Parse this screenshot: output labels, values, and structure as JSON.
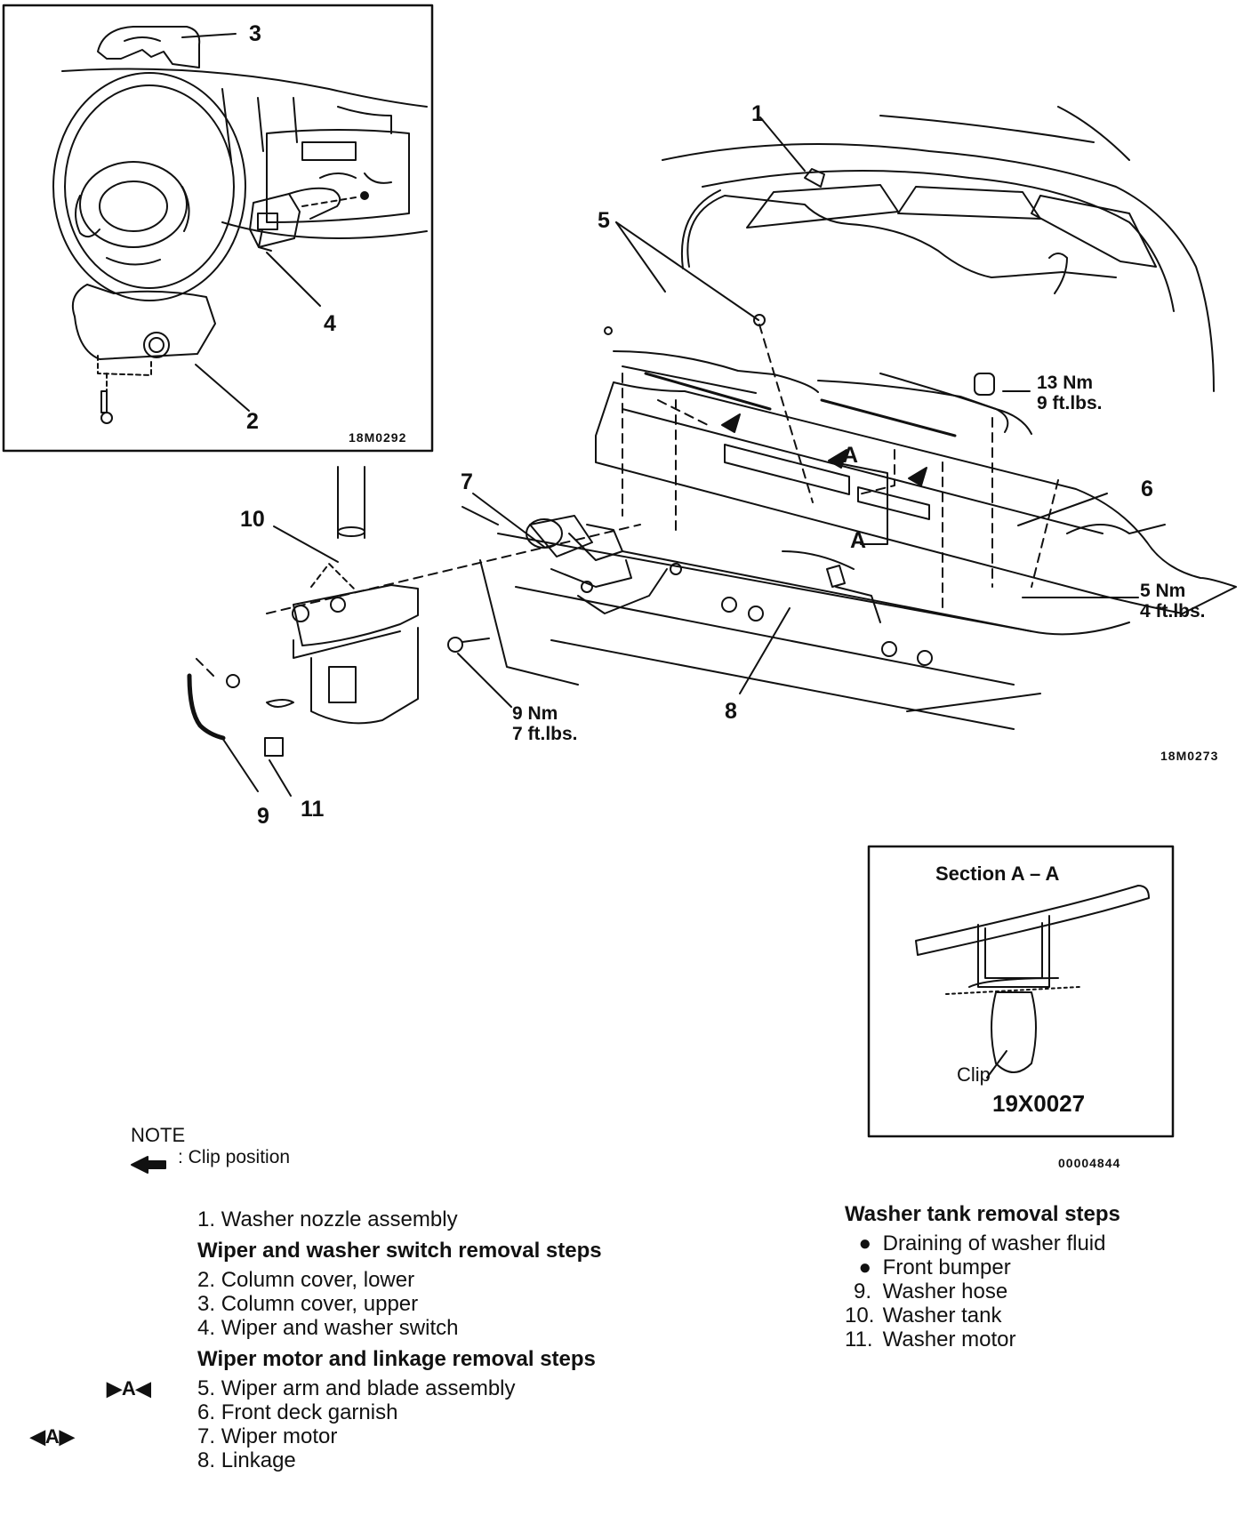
{
  "inset_top": {
    "callouts": [
      "3",
      "4",
      "2"
    ],
    "code": "18M0292"
  },
  "main_diagram": {
    "callouts": [
      "1",
      "5",
      "6",
      "7",
      "8",
      "10",
      "9",
      "11"
    ],
    "section_marks": [
      "A",
      "A"
    ],
    "torque_1": [
      "13 Nm",
      "9 ft.lbs."
    ],
    "torque_2": [
      "5 Nm",
      "4 ft.lbs."
    ],
    "torque_3": [
      "9 Nm",
      "7 ft.lbs."
    ],
    "code": "18M0273"
  },
  "section_box": {
    "title": "Section A – A",
    "clip_label": "Clip",
    "code": "19X0027"
  },
  "note": {
    "title": "NOTE",
    "legend": ": Clip position"
  },
  "figure_code": "00004844",
  "left_steps": {
    "item1": {
      "num": "1.",
      "text": "Washer nozzle assembly"
    },
    "head1": "Wiper and washer switch removal steps",
    "group1": [
      {
        "num": "2.",
        "text": "Column cover, lower"
      },
      {
        "num": "3.",
        "text": "Column cover, upper"
      },
      {
        "num": "4.",
        "text": "Wiper and washer switch"
      }
    ],
    "head2": "Wiper motor and linkage removal steps",
    "group2": [
      {
        "num": "5.",
        "text": "Wiper arm and blade assembly",
        "marker": "▶A◀"
      },
      {
        "num": "6.",
        "text": "Front deck garnish"
      },
      {
        "num": "7.",
        "text": "Wiper motor",
        "marker": "◀A▶"
      },
      {
        "num": "8.",
        "text": "Linkage"
      }
    ]
  },
  "right_steps": {
    "head": "Washer tank removal steps",
    "items": [
      {
        "num": "●",
        "text": "Draining of washer fluid"
      },
      {
        "num": "●",
        "text": "Front bumper"
      },
      {
        "num": "9.",
        "text": "Washer hose"
      },
      {
        "num": "10.",
        "text": "Washer tank"
      },
      {
        "num": "11.",
        "text": "Washer motor"
      }
    ]
  }
}
